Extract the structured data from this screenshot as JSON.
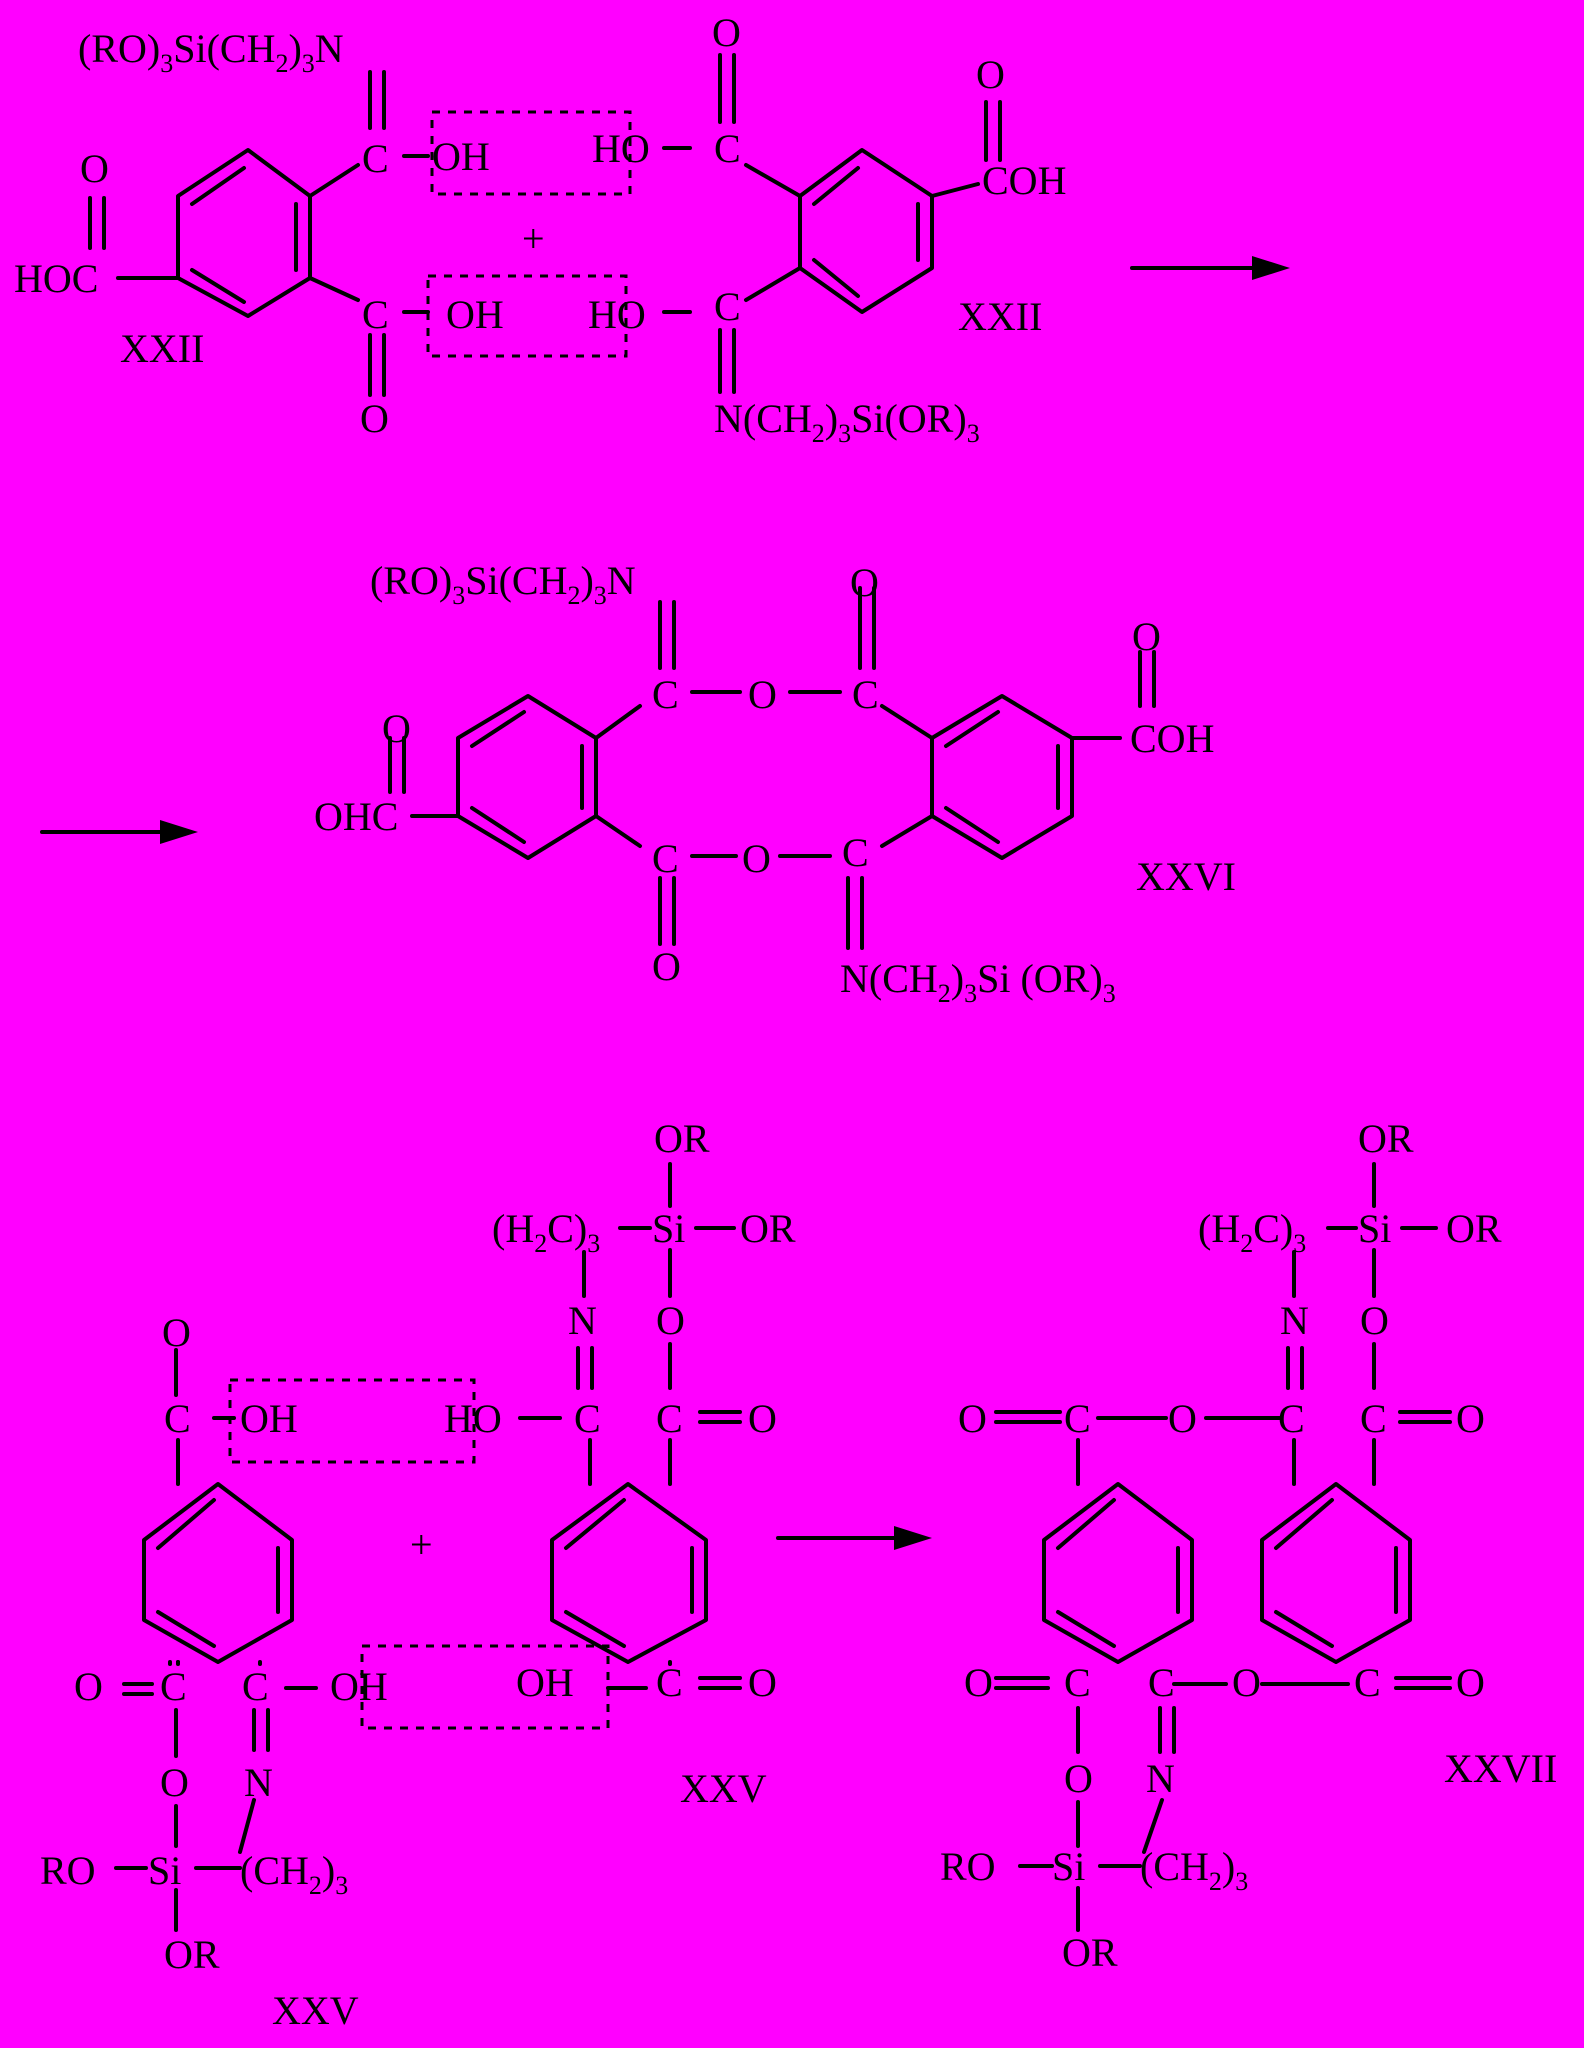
{
  "colors": {
    "background": "#ff00ff",
    "ink": "#000000"
  },
  "labels": {
    "rsi_n": "(RO)",
    "three": "3",
    "si_ch": "Si(CH",
    "two": "2",
    "close": ")",
    "n": "N",
    "n_ch": "N(CH",
    "si_or": "Si(OR)",
    "si_or_sp": "Si (OR)",
    "o": "O",
    "c": "C",
    "oh": "OH",
    "ho": "HO",
    "hoc": "HOC",
    "ohc": "OHC",
    "coh": "COH",
    "plus": "+",
    "or": "OR",
    "ro": "RO",
    "si": "Si",
    "h2c": "(H",
    "c3": "C)",
    "ch2": "(CH",
    "c_o": "C",
    "o_eq": "O"
  },
  "compounds": {
    "xxii_left": "XXII",
    "xxii_right": "XXII",
    "xxvi": "XXVI",
    "xxv_right": "XXV",
    "xxv_left": "XXV",
    "xxvii": "XXVII"
  }
}
